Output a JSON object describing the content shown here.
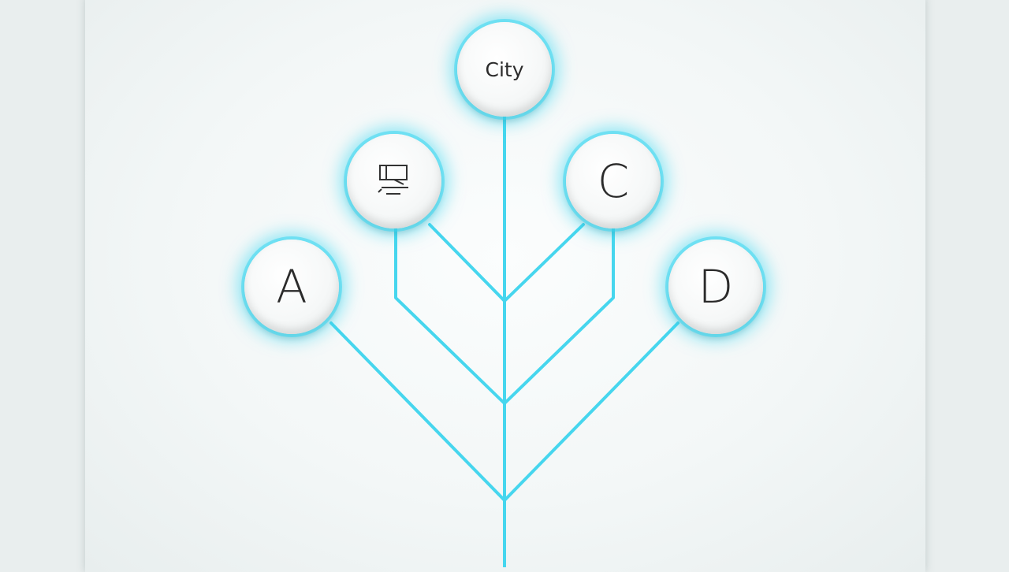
{
  "diagram": {
    "nodes": {
      "top": {
        "label": "City"
      },
      "b": {
        "icon": "scribbled-sign-icon"
      },
      "c": {
        "label": "C"
      },
      "a": {
        "label": "A"
      },
      "d": {
        "label": "D"
      }
    },
    "connector_color": "#46d6ee",
    "glow_color": "#3cd7f0"
  }
}
